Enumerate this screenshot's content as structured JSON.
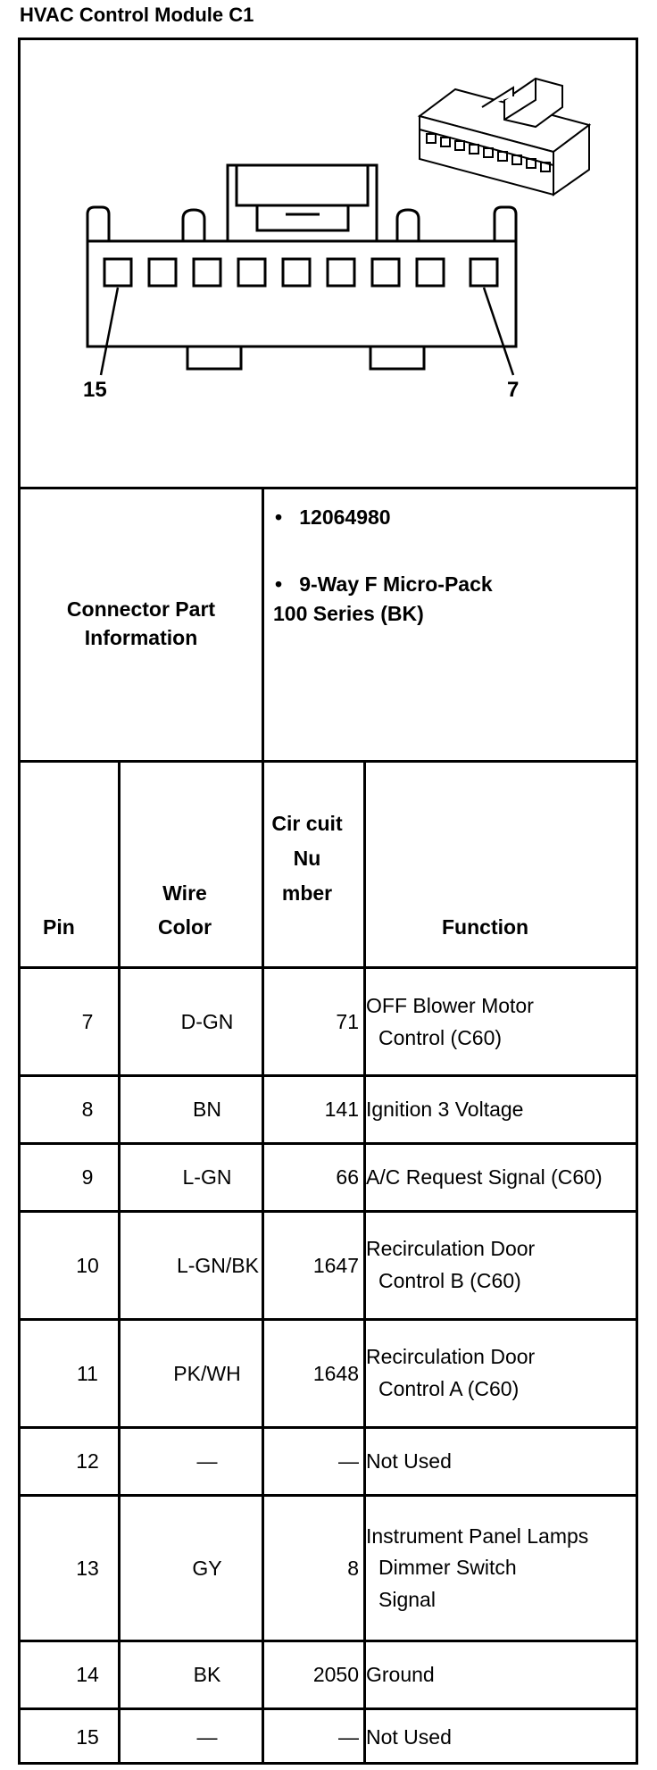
{
  "title": "HVAC Control Module C1",
  "diagram": {
    "label_left": "15",
    "label_right": "7"
  },
  "connector": {
    "label": "Connector Part Information",
    "part_number": "12064980",
    "description_line1": "9-Way F Micro-Pack",
    "description_line2": "100 Series (BK)"
  },
  "table": {
    "headers": {
      "pin": "Pin",
      "wire": "Wire Color",
      "circuit": "Cir cuit Nu mber",
      "function": "Function"
    },
    "rows": [
      {
        "pin": "7",
        "wire": "D-GN",
        "circuit": "71",
        "function": [
          "OFF Blower Motor",
          "Control (C60)"
        ]
      },
      {
        "pin": "8",
        "wire": "BN",
        "circuit": "141",
        "function": [
          "Ignition 3 Voltage"
        ]
      },
      {
        "pin": "9",
        "wire": "L-GN",
        "circuit": "66",
        "function": [
          "A/C Request Signal (C60)"
        ]
      },
      {
        "pin": "10",
        "wire": "L-GN/BK",
        "circuit": "1647",
        "function": [
          "Recirculation Door",
          "Control B (C60)"
        ]
      },
      {
        "pin": "11",
        "wire": "PK/WH",
        "circuit": "1648",
        "function": [
          "Recirculation Door",
          "Control A (C60)"
        ]
      },
      {
        "pin": "12",
        "wire": "—",
        "circuit": "—",
        "function": [
          "Not Used"
        ]
      },
      {
        "pin": "13",
        "wire": "GY",
        "circuit": "8",
        "function": [
          "Instrument Panel Lamps",
          "Dimmer Switch",
          "Signal"
        ]
      },
      {
        "pin": "14",
        "wire": "BK",
        "circuit": "2050",
        "function": [
          "Ground"
        ]
      },
      {
        "pin": "15",
        "wire": "—",
        "circuit": "—",
        "function": [
          "Not Used"
        ]
      }
    ]
  }
}
